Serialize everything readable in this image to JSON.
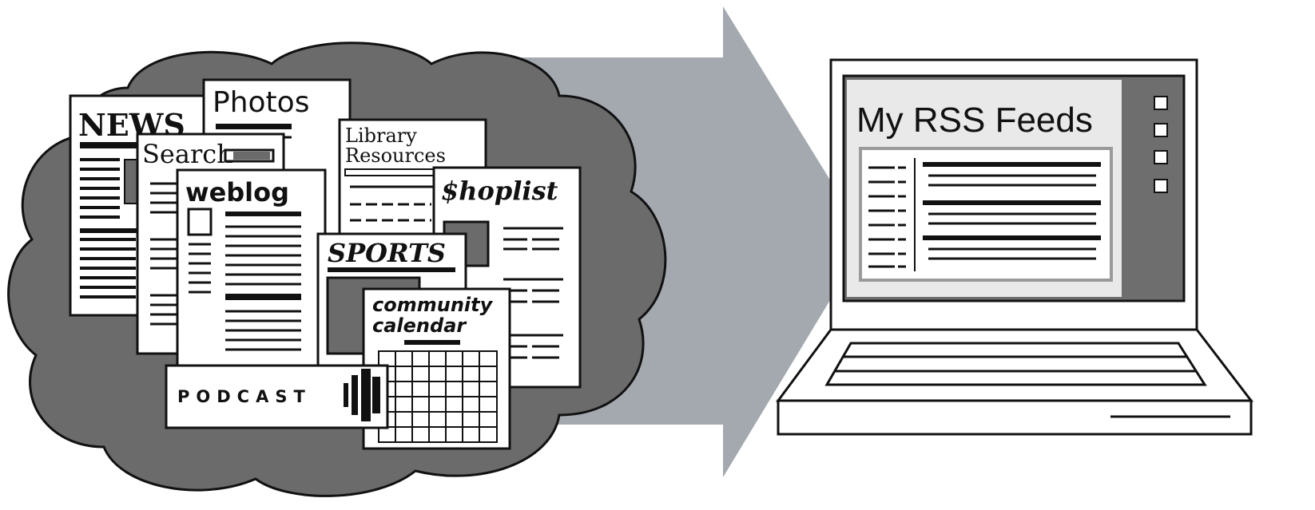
{
  "sources": {
    "news": "NEWS",
    "photos": "Photos",
    "library_line1": "Library",
    "library_line2": "Resources",
    "search": "Search",
    "weblog": "weblog",
    "shoplist": "$hoplist",
    "sports": "SPORTS",
    "community_line1": "community",
    "community_line2": "calendar",
    "podcast": "PODCAST"
  },
  "screen": {
    "title": "My RSS Feeds"
  },
  "colors": {
    "cloud": "#6b6b6b",
    "arrow": "#a4a9b0",
    "ink": "#111111",
    "paper": "#ffffff",
    "screen_bezel": "#6e6e6e",
    "screen_panel": "#e9e9e9"
  }
}
